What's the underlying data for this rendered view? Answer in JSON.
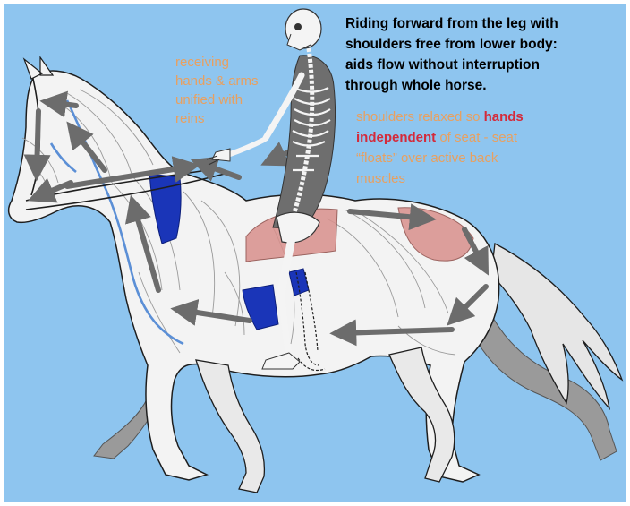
{
  "diagram": {
    "colors": {
      "sky": "#8ec5ef",
      "horse_fill": "#f3f3f3",
      "horse_outline": "#1e1e1e",
      "muscle_line": "#9a9a9a",
      "shadow_leg": "#9a9a9a",
      "blue_line": "#5b8fd6",
      "blue_muscle": "#1a35b8",
      "pink_muscle": "#d9908c",
      "arrow": "#6c6c6c",
      "skeleton_fill": "#f4f4f4",
      "skeleton_dark": "#6e6e6e",
      "annotation_orange": "#e8a060",
      "annotation_red": "#d42a3a",
      "heading_text": "#000000"
    },
    "heading": {
      "lines": [
        "Riding forward from the leg with",
        "shoulders free from lower body:",
        "aids flow without interruption",
        "through whole horse."
      ]
    },
    "annotation_hands": {
      "lines": [
        "receiving",
        "hands & arms",
        "unified with",
        "reins"
      ]
    },
    "annotation_shoulders": {
      "line1_start": "shoulders relaxed so ",
      "line1_emphasis": "hands",
      "line2_emphasis": "independent",
      "line2_rest": " of seat - seat",
      "line3": "“floats” over active back",
      "line4": "muscles"
    }
  }
}
